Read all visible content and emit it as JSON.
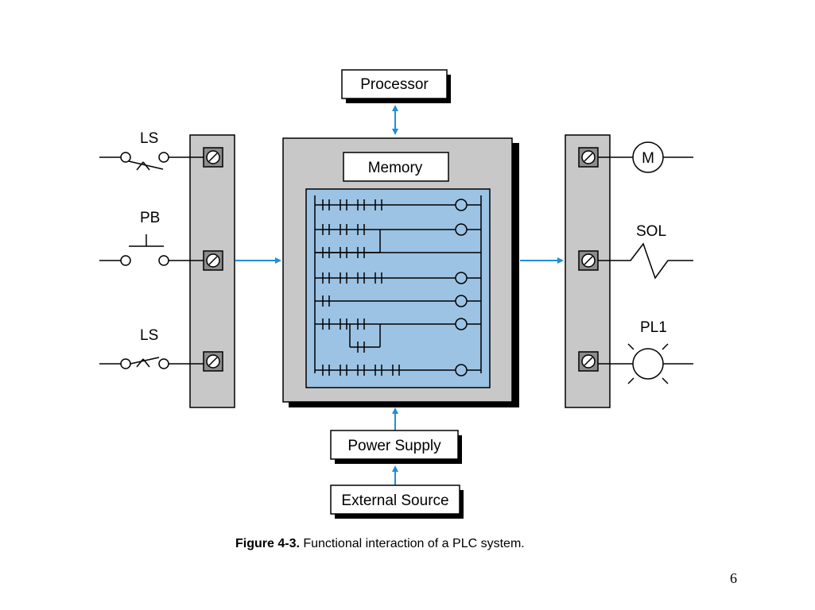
{
  "diagram": {
    "processor_label": "Processor",
    "memory_label": "Memory",
    "power_supply_label": "Power Supply",
    "external_source_label": "External Source",
    "inputs": [
      {
        "label": "LS"
      },
      {
        "label": "PB"
      },
      {
        "label": "LS"
      }
    ],
    "outputs": [
      {
        "label": "M"
      },
      {
        "label": "SOL"
      },
      {
        "label": "PL1"
      }
    ]
  },
  "caption": {
    "figure": "Figure 4-3.",
    "text": "Functional interaction of a PLC system."
  },
  "page_number": "6",
  "colors": {
    "arrow": "#1f8fd6",
    "panel": "#c8c8c8",
    "ladder_bg": "#9cc3e4",
    "terminal": "#8c8c8c",
    "shadow": "#000000"
  }
}
